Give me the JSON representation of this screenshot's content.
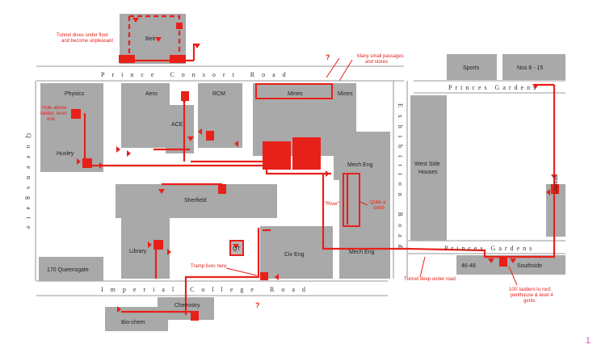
{
  "roads": {
    "prince_consort": "Prince Consort Road",
    "imperial_college": "Imperial College Road",
    "queensgate": "Queensgate",
    "exhibition": "Exhibition Road",
    "princes_gardens_top": "Princes Gardens",
    "princes_gardens_bottom": "Princes Gardens"
  },
  "buildings": {
    "beit": "Beit",
    "physics": "Physics",
    "aero": "Aero",
    "rcm": "RCM",
    "mines": "Mines",
    "mines2": "Mines",
    "ace": "ACE",
    "huxley": "Huxley",
    "sherfield": "Sherfield",
    "mech_eng_top": "Mech Eng",
    "mech_eng_bottom": "Mech Eng",
    "west_side_houses_1": "West Side",
    "west_side_houses_2": "Houses",
    "library": "Library",
    "qt": "QT",
    "civ_eng": "Civ Eng",
    "queensgate_170": "170 Queensgate",
    "chemistry": "Chemistry",
    "bio_chem": "Bio-chem",
    "sports": "Sports",
    "nos": "Nos 8 - 15",
    "no_46_48": "46-48",
    "southside": "Southside",
    "linstead": "Linstead"
  },
  "notes": {
    "tunnel_dives_1": "Tunnel dives under floor",
    "tunnel_dives_2": "and become unpleasant",
    "small_passages_1": "Many small passages",
    "small_passages_2": "and stores",
    "hole_1": "Hole above",
    "hole_2": "ladder, level",
    "hole_3": "one",
    "river": "\"River\"",
    "climb_1": "Quite a",
    "climb_2": "climb",
    "tramp": "Tramp lives here",
    "tunnel_deep": "Tunnel deep under road",
    "ladders_1": "100' ladders to roof,",
    "ladders_2": "penthouse & level 4",
    "ladders_3": "gents",
    "q1": "?",
    "q2": "?"
  },
  "colors": {
    "route": "#e8201a",
    "building": "#a9a9a9"
  },
  "page_number": "1"
}
